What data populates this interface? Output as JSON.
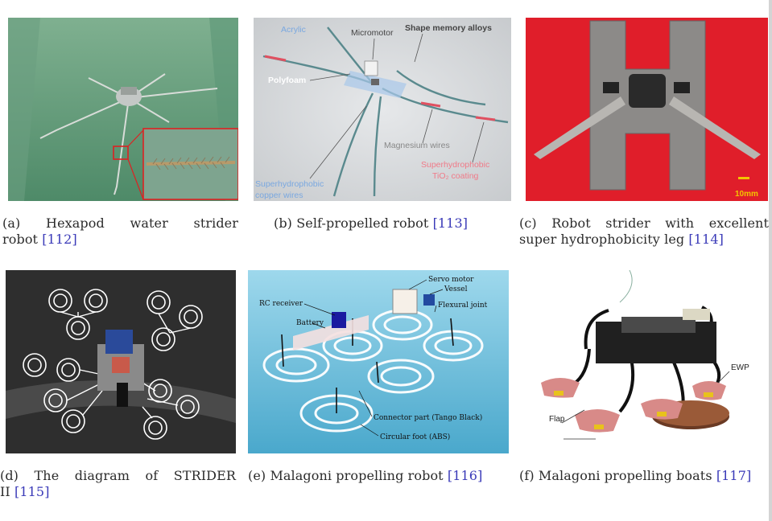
{
  "panels": {
    "a": {
      "caption_prefix": "(a) Hexapod water strider",
      "caption_line2": "robot ",
      "ref": "[112]"
    },
    "b": {
      "caption_prefix": "(b) Self-propelled robot ",
      "ref": "[113]",
      "labels": {
        "acrylic": "Acrylic",
        "micromotor": "Micromotor",
        "sma": "Shape memory alloys",
        "polyfoam": "Polyfoam",
        "magnesium": "Magnesium wires",
        "tio2_line1": "Superhydrophobic",
        "tio2_line2": "TiO₂ coating",
        "copper_line1": "Superhydrophobic",
        "copper_line2": "copper wires"
      }
    },
    "c": {
      "caption_prefix": "(c) Robot strider with excellent",
      "caption_line2": "super hydrophobicity leg ",
      "ref": "[114]",
      "scale_label": "10mm"
    },
    "d": {
      "caption_prefix": "(d) The diagram of STRIDER",
      "caption_line2": "II ",
      "ref": "[115]"
    },
    "e": {
      "caption_prefix": "(e) Malagoni propelling robot ",
      "ref": "[116]",
      "labels": {
        "servo": "Servo motor",
        "vessel": "Vessel",
        "rc": "RC receiver",
        "flexural": "Flexural joint",
        "battery": "Battery",
        "connector": "Connector part (Tango Black)",
        "foot": "Circular foot (ABS)"
      }
    },
    "f": {
      "caption_prefix": "(f) Malagoni propelling boats ",
      "ref": "[117]",
      "labels": {
        "ewp": "EWP",
        "flap": "Flap"
      }
    }
  }
}
